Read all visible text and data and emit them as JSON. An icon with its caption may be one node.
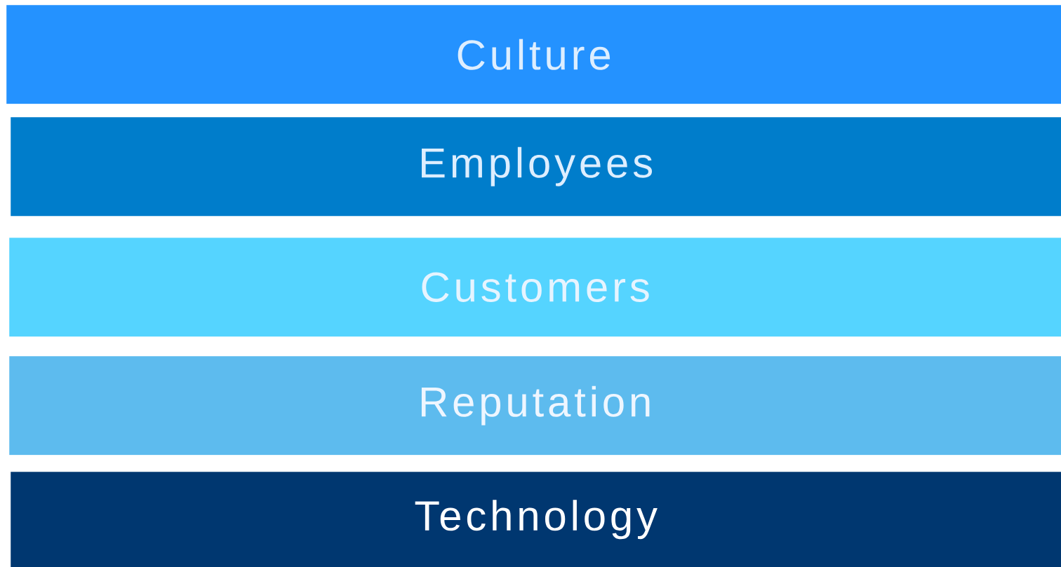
{
  "diagram": {
    "nodes": [
      {
        "text": [
          "Culture"
        ]
      },
      {
        "text": [
          "Employees"
        ]
      },
      {
        "text": [
          "Customers"
        ]
      },
      {
        "text": [
          "Reputation"
        ]
      },
      {
        "text": [
          "Technology"
        ]
      }
    ]
  }
}
